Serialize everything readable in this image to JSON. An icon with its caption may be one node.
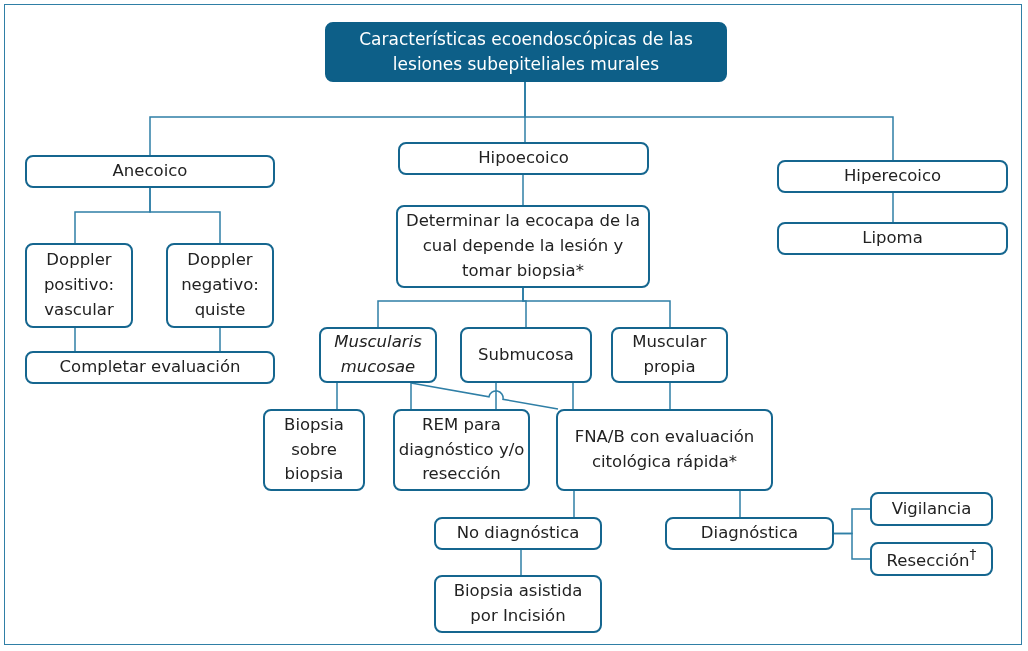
{
  "diagram": {
    "nodes": [
      {
        "text": [
          "Características ecoendoscópicas de las lesiones subepiteliales murales"
        ]
      },
      {
        "text": [
          "Anecoico"
        ]
      },
      {
        "text": [
          "Hipoecoico"
        ]
      },
      {
        "text": [
          "Hiperecoico"
        ]
      },
      {
        "text": [
          "Doppler positivo: vascular"
        ]
      },
      {
        "text": [
          "Doppler negativo: quiste"
        ]
      },
      {
        "text": [
          "Completar evaluación"
        ]
      },
      {
        "text": [
          "Determinar la ecocapa de la cual depende la lesión y tomar biopsia*"
        ]
      },
      {
        "text": [
          "Lipoma"
        ]
      },
      {
        "text": [
          "*Muscularis mucosae*"
        ]
      },
      {
        "text": [
          "Submucosa"
        ]
      },
      {
        "text": [
          "Muscular propia"
        ]
      },
      {
        "text": [
          "Biopsia sobre biopsia"
        ]
      },
      {
        "text": [
          "REM para diagnóstico y/o resección"
        ]
      },
      {
        "text": [
          "FNA/B con evaluación citológica rápida*"
        ]
      },
      {
        "text": [
          "No diagnóstica"
        ]
      },
      {
        "text": [
          "Diagnóstica"
        ]
      },
      {
        "text": [
          "Vigilancia"
        ]
      },
      {
        "text": [
          "Resección$^{†}$"
        ]
      },
      {
        "text": [
          "Biopsia asistida por Incisión"
        ]
      }
    ],
    "edges": [
      {
        "from": 0,
        "to": 1,
        "arrow": "none"
      },
      {
        "from": 0,
        "to": 2,
        "arrow": "none"
      },
      {
        "from": 0,
        "to": 3,
        "arrow": "none"
      },
      {
        "from": 1,
        "to": 4,
        "arrow": "none"
      },
      {
        "from": 1,
        "to": 5,
        "arrow": "none"
      },
      {
        "from": 4,
        "to": 6,
        "arrow": "none"
      },
      {
        "from": 5,
        "to": 6,
        "arrow": "none"
      },
      {
        "from": 2,
        "to": 7,
        "arrow": "none"
      },
      {
        "from": 3,
        "to": 8,
        "arrow": "none"
      },
      {
        "from": 7,
        "to": 9,
        "arrow": "none"
      },
      {
        "from": 7,
        "to": 10,
        "arrow": "none"
      },
      {
        "from": 7,
        "to": 11,
        "arrow": "none"
      },
      {
        "from": 9,
        "to": 12,
        "arrow": "none"
      },
      {
        "from": 9,
        "to": 13,
        "arrow": "none"
      },
      {
        "from": 9,
        "to": 14,
        "arrow": "none"
      },
      {
        "from": 10,
        "to": 13,
        "arrow": "none"
      },
      {
        "from": 10,
        "to": 14,
        "arrow": "none"
      },
      {
        "from": 11,
        "to": 14,
        "arrow": "none"
      },
      {
        "from": 14,
        "to": 15,
        "arrow": "none"
      },
      {
        "from": 14,
        "to": 16,
        "arrow": "none"
      },
      {
        "from": 16,
        "to": 17,
        "arrow": "none"
      },
      {
        "from": 16,
        "to": 18,
        "arrow": "none"
      },
      {
        "from": 15,
        "to": 19,
        "arrow": "none"
      }
    ]
  }
}
